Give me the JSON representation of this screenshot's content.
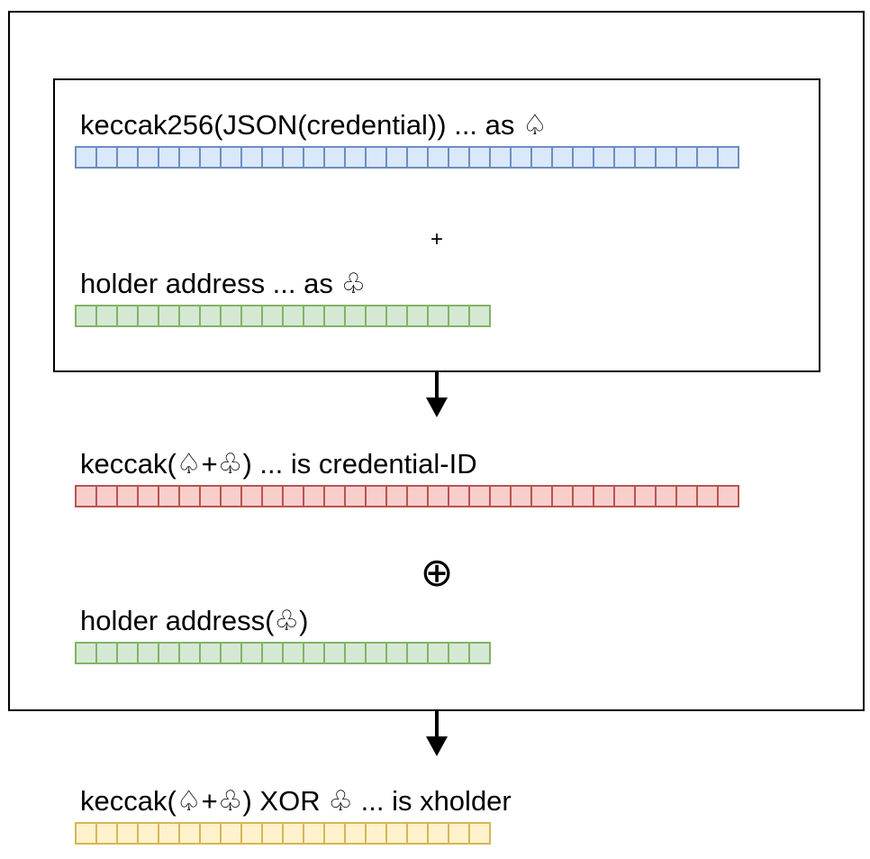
{
  "labels": {
    "row1": "keccak256(JSON(credential)) ... as ♤",
    "plus": "+",
    "row2": "holder address ... as ♧",
    "row3": "keccak(♤+♧) ... is credential-ID",
    "xor_symbol": "⊕",
    "row4": "holder address(♧)",
    "row5": "keccak(♤+♧) XOR ♧ ... is xholder"
  },
  "byte_arrays": [
    {
      "name": "hash-array",
      "cells": 32,
      "fill": "#dae8fc",
      "stroke": "#6c8ebf"
    },
    {
      "name": "holder-address-array",
      "cells": 20,
      "fill": "#d5e8d4",
      "stroke": "#82b366"
    },
    {
      "name": "credential-id-array",
      "cells": 32,
      "fill": "#f8cecc",
      "stroke": "#b85450"
    },
    {
      "name": "holder-address-xor-array",
      "cells": 20,
      "fill": "#d5e8d4",
      "stroke": "#82b366"
    },
    {
      "name": "xholder-array",
      "cells": 20,
      "fill": "#fff2cc",
      "stroke": "#d6b656"
    }
  ]
}
